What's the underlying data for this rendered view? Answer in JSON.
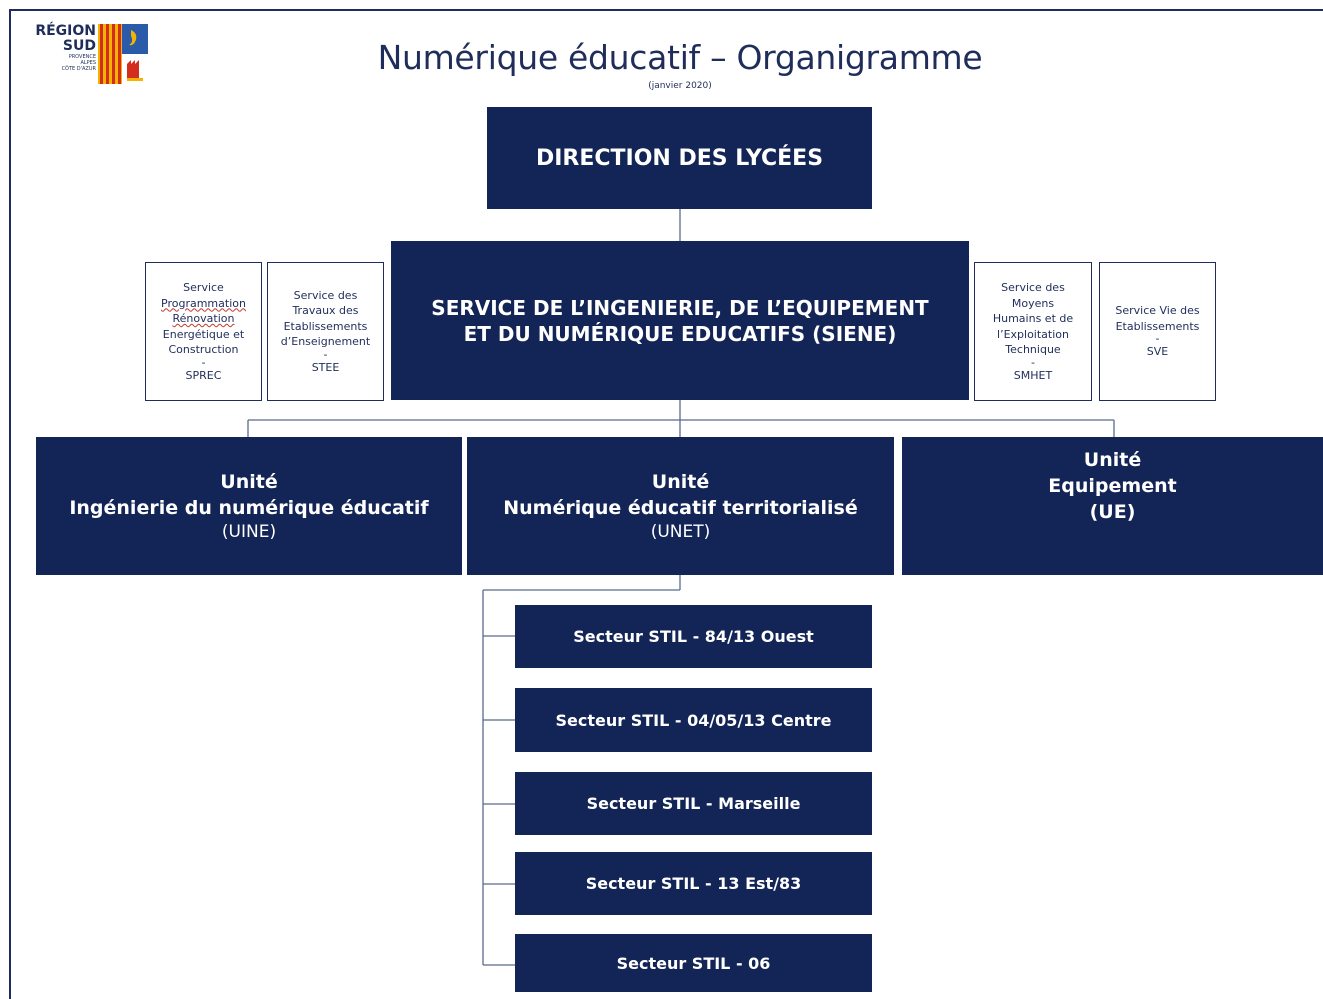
{
  "logo": {
    "line1": "RÉGION",
    "line2": "SUD",
    "small1": "PROVENCE",
    "small2": "ALPES",
    "small3": "CÔTE D'AZUR"
  },
  "title": "Numérique éducatif – Organigramme",
  "subtitle": "(janvier 2020)",
  "direction": "DIRECTION DES LYCÉES",
  "siene": {
    "line1": "SERVICE DE L’INGENIERIE, DE L’EQUIPEMENT",
    "line2": "ET DU NUMÉRIQUE EDUCATIFS (SIENE)"
  },
  "side_services": {
    "sprec": [
      "Service",
      "Programmation",
      "Rénovation",
      "Energétique et",
      "Construction",
      "-",
      "SPREC"
    ],
    "stee": [
      "Service des",
      "Travaux des",
      "Etablissements",
      "d’Enseignement",
      "-",
      "STEE"
    ],
    "smhet": [
      "Service des",
      "Moyens",
      "Humains et de",
      "l’Exploitation",
      "Technique",
      "-",
      "SMHET"
    ],
    "sve": [
      "Service Vie des",
      "Etablissements",
      "-",
      "SVE"
    ]
  },
  "units": {
    "uine": {
      "label": "Unité",
      "name": "Ingénierie du numérique éducatif",
      "abbr": "(UINE)"
    },
    "unet": {
      "label": "Unité",
      "name": "Numérique éducatif territorialisé",
      "abbr": "(UNET)"
    },
    "ue": {
      "label": "Unité",
      "name": "Equipement",
      "abbr": "(UE)"
    }
  },
  "sectors": [
    "Secteur STIL - 84/13 Ouest",
    "Secteur STIL - 04/05/13 Centre",
    "Secteur STIL - Marseille",
    "Secteur STIL - 13 Est/83",
    "Secteur STIL - 06"
  ],
  "colors": {
    "box_fill": "#132456",
    "text_dark": "#1f2d5a",
    "line": "#5a6b8c"
  }
}
